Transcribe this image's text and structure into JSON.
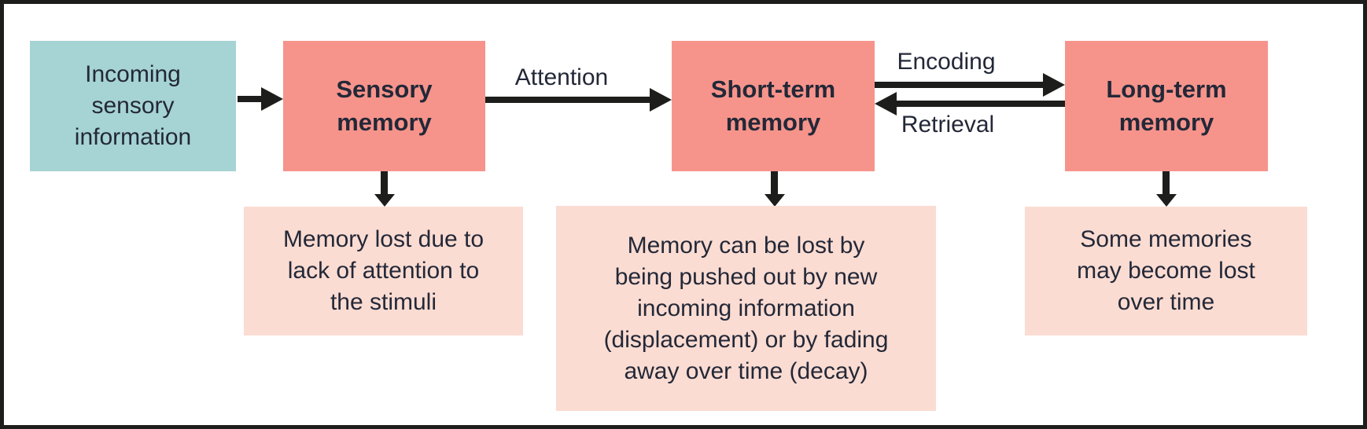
{
  "colors": {
    "teal": "#a6d3d4",
    "salmon": "#f6948b",
    "pink": "#fbdcd2",
    "ink": "#232838",
    "black": "#1d1d1b"
  },
  "nodes": {
    "incoming": {
      "label": "Incoming\nsensory\ninformation"
    },
    "sensory_memory": {
      "label": "Sensory\nmemory"
    },
    "short_term_memory": {
      "label": "Short-term\nmemory"
    },
    "long_term_memory": {
      "label": "Long-term\nmemory"
    }
  },
  "arrow_labels": {
    "attention": "Attention",
    "encoding": "Encoding",
    "retrieval": "Retrieval"
  },
  "notes": {
    "sensory_loss": "Memory lost due to\nlack of attention to\nthe stimuli",
    "short_term_loss": "Memory can be lost by\nbeing pushed out by new\nincoming information\n(displacement) or by fading\naway over time (decay)",
    "long_term_loss": "Some memories\nmay become lost\nover time"
  }
}
